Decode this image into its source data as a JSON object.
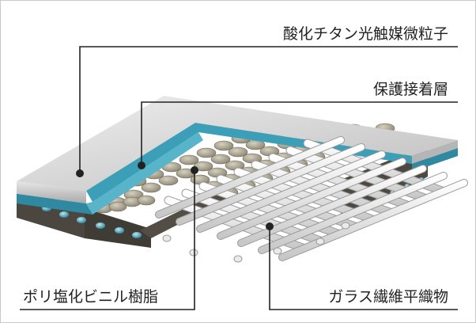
{
  "labels": {
    "photocatalyst": "酸化チタン光触媒微粒子",
    "adhesive": "保護接着層",
    "pvc": "ポリ塩化ビニル樹脂",
    "glass_fabric": "ガラス繊維平織物"
  },
  "colors": {
    "top_coat": "#d9d9d9",
    "adhesive": "#3d9fb7",
    "pvc": "#4f4b44",
    "pvc_weave": "#b7b09c",
    "glass_fiber": "#f2f2f2",
    "leader": "#222222"
  }
}
